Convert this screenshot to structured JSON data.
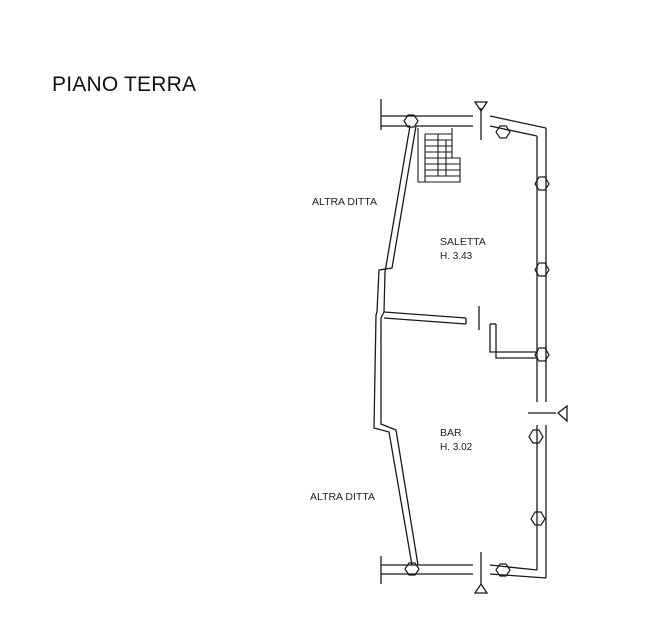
{
  "title": "PIANO TERRA",
  "labels": {
    "neighbor_top": "ALTRA DITTA",
    "neighbor_bottom": "ALTRA DITTA"
  },
  "rooms": [
    {
      "name": "SALETTA",
      "height": "H. 3.43"
    },
    {
      "name": "BAR",
      "height": "H. 3.02"
    }
  ],
  "colors": {
    "line": "#1a1a1a",
    "background": "#ffffff"
  }
}
